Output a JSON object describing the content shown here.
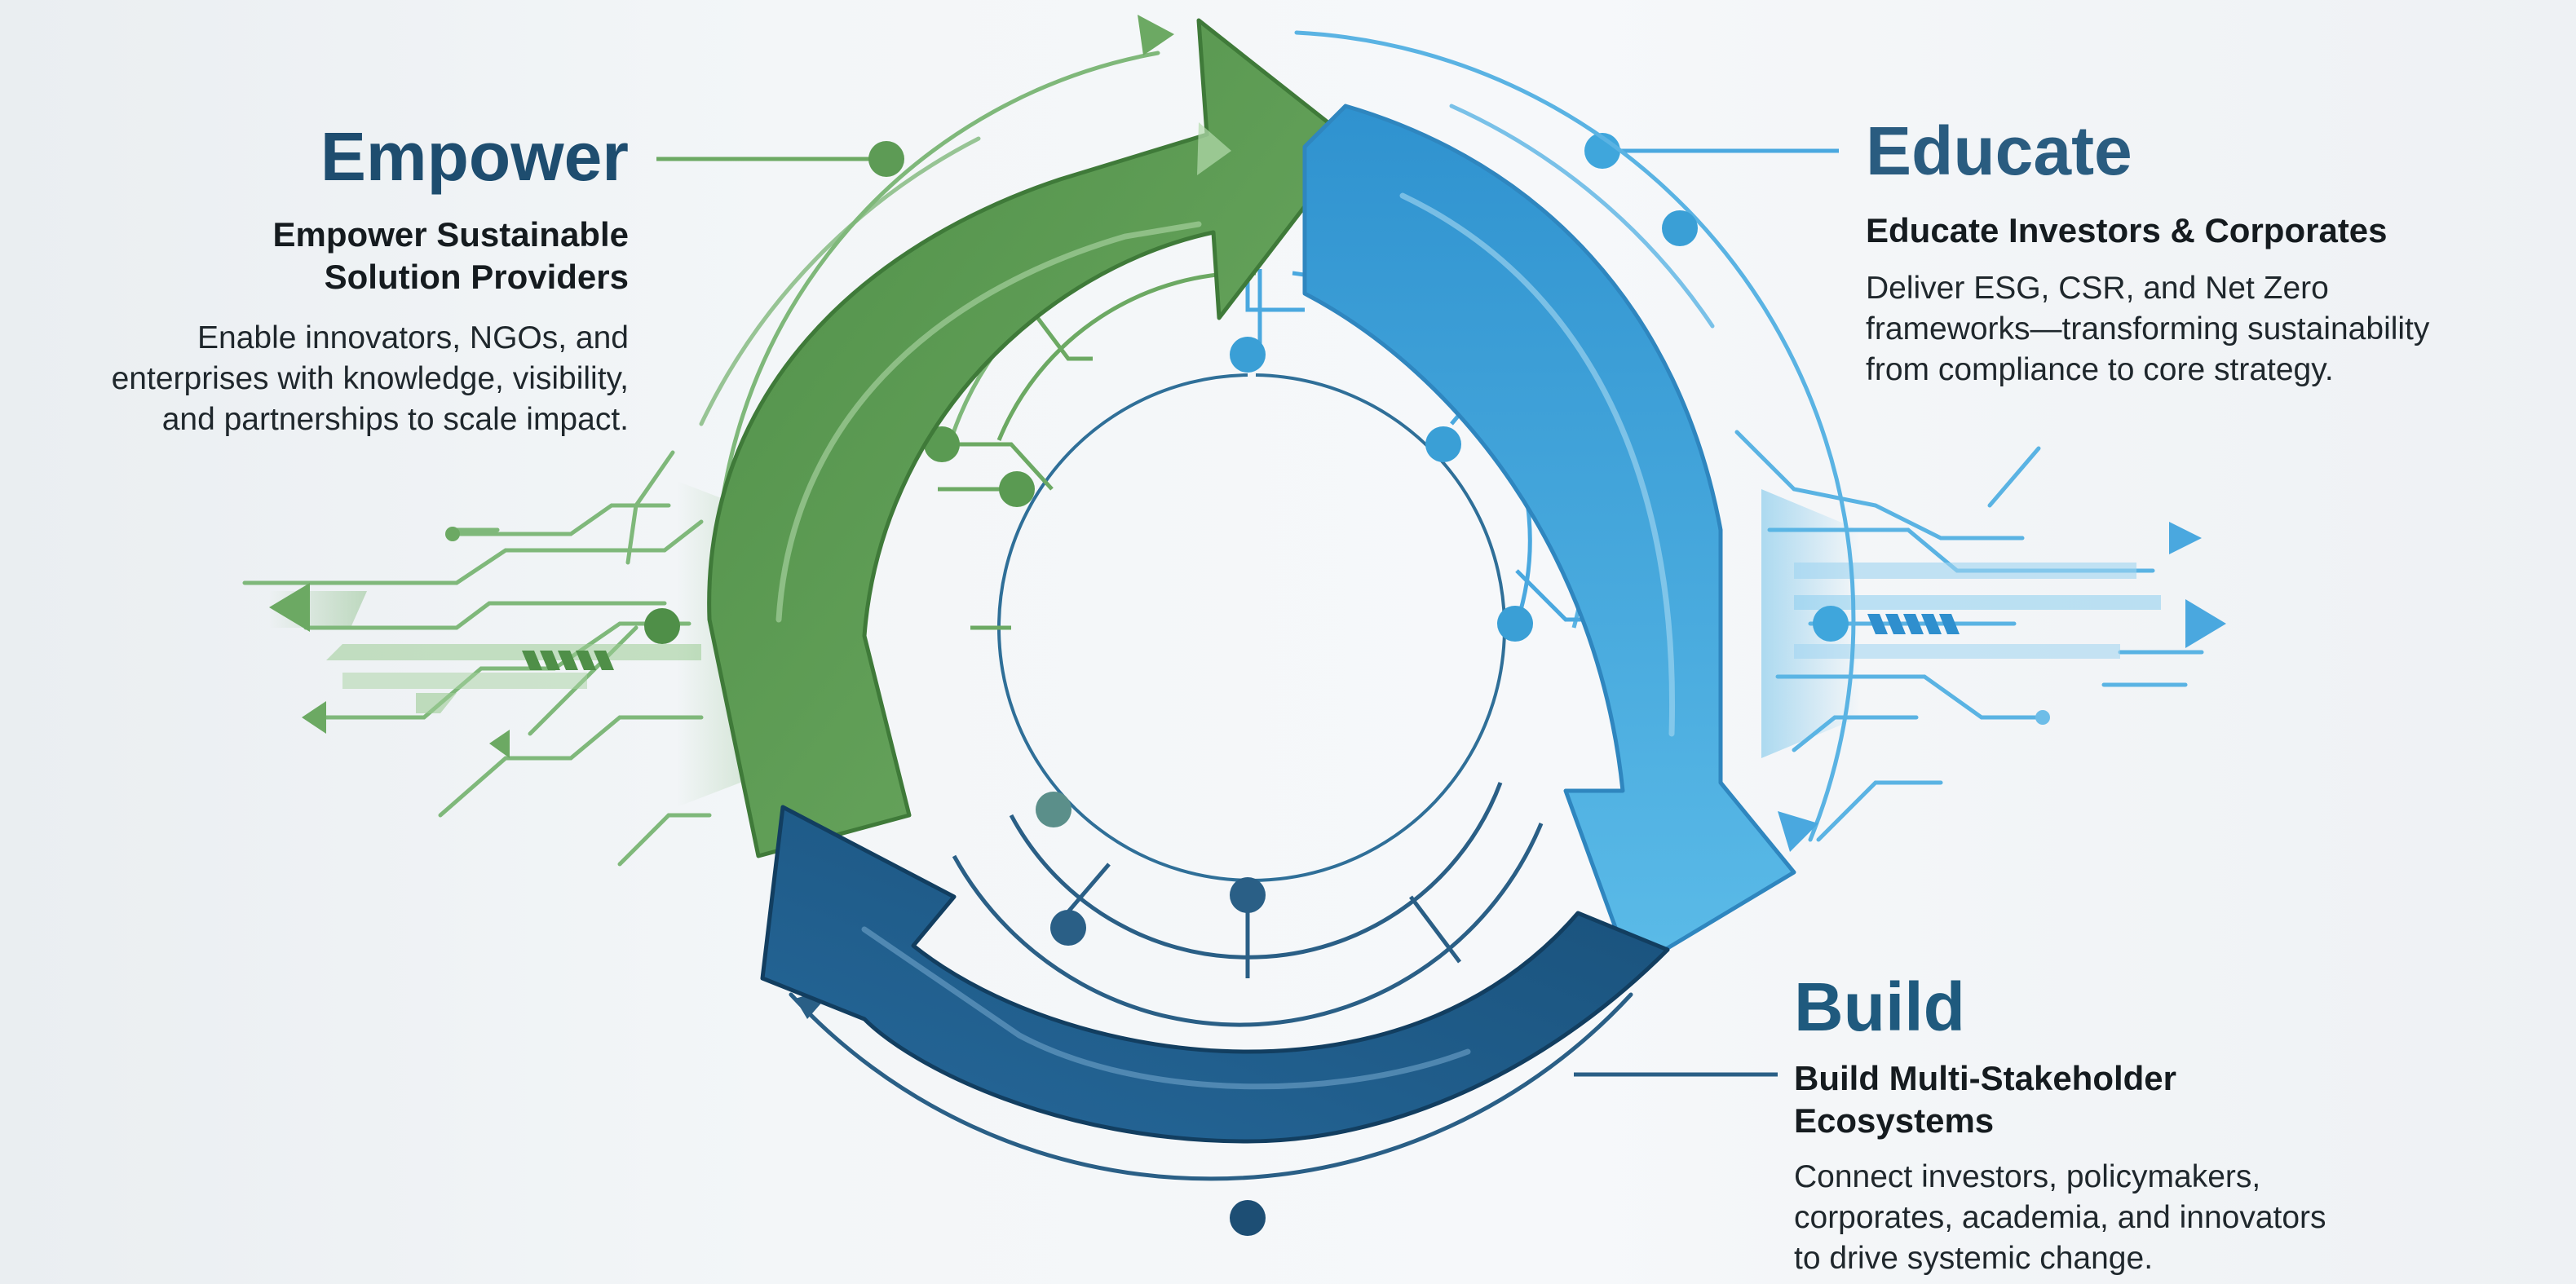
{
  "empower": {
    "title": "Empower",
    "subtitle_lines": [
      "Empower Sustainable",
      "Solution Providers"
    ],
    "body_lines": [
      "Enable innovators, NGOs, and",
      "enterprises with knowledge, visibility,",
      "and partnerships to scale impact."
    ]
  },
  "educate": {
    "title": "Educate",
    "subtitle_lines": [
      "Educate Investors & Corporates"
    ],
    "body_lines": [
      "Deliver ESG, CSR, and Net Zero",
      "frameworks—transforming sustainability",
      "from compliance to core strategy."
    ]
  },
  "build": {
    "title": "Build",
    "subtitle_lines": [
      "Build Multi-Stakeholder",
      "Ecosystems"
    ],
    "body_lines": [
      "Connect investors, policymakers,",
      "corporates, academia, and innovators",
      "to drive systemic change."
    ]
  },
  "colors": {
    "green": "#5d9b55",
    "light_blue": "#3fa6dc",
    "dark_blue": "#1d5b86",
    "node_green": "#5a9a52",
    "node_blue": "#3a9fd6",
    "node_dark": "#2a5f86"
  }
}
